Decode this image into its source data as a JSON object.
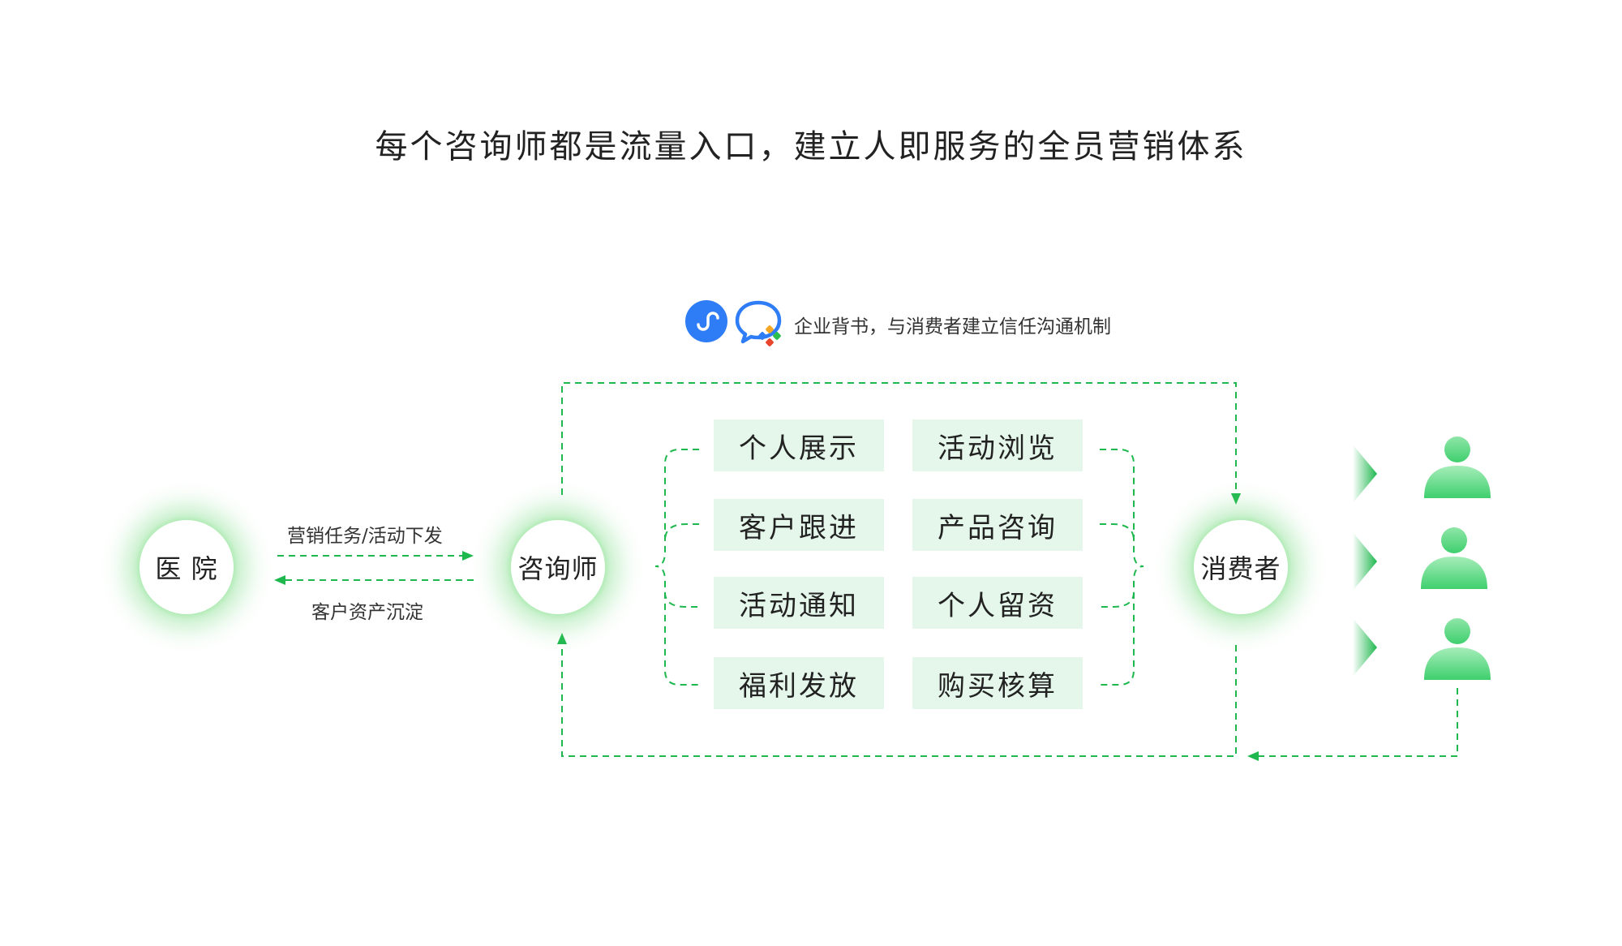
{
  "title": "每个咨询师都是流量入口，建立人即服务的全员营销体系",
  "note": "企业背书，与消费者建立信任沟通机制",
  "nodes": {
    "hospital": "医 院",
    "consultant": "咨询师",
    "consumer": "消费者"
  },
  "arrows": {
    "forward_label": "营销任务/活动下发",
    "backward_label": "客户资产沉淀"
  },
  "features_left": [
    "个人展示",
    "客户跟进",
    "活动通知",
    "福利发放"
  ],
  "features_right": [
    "活动浏览",
    "产品咨询",
    "个人留资",
    "购买核算"
  ],
  "colors": {
    "accent": "#1fb84f",
    "box_fill": "#e4f7ea",
    "icon_blue": "#2f7df6"
  },
  "icons": [
    "mini-program-icon",
    "wecom-chat-icon",
    "person-icon"
  ]
}
